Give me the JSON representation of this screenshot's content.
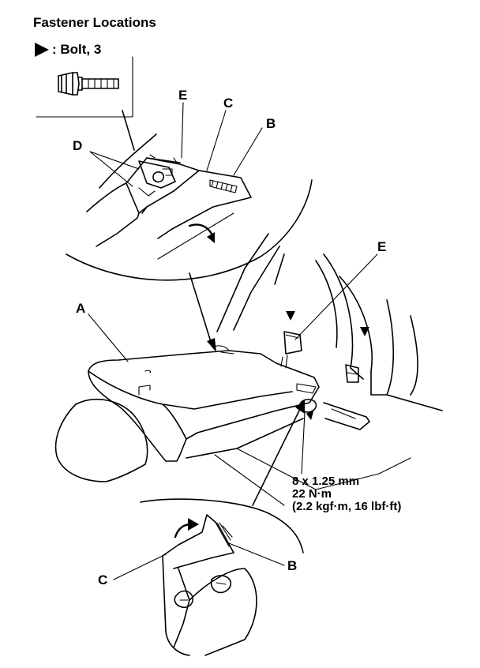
{
  "title": "Fastener Locations",
  "legend": {
    "text": ": Bolt, 3",
    "marker_icon": "triangle-pointer-icon",
    "bolt_icon": "flange-bolt-icon"
  },
  "callouts": {
    "a": "A",
    "b_top": "B",
    "c_top": "C",
    "d": "D",
    "e_top": "E",
    "e_main": "E",
    "b_bottom": "B",
    "c_bottom": "C"
  },
  "spec": {
    "size": "8 x 1.25 mm",
    "torque": "22 N·m",
    "torque_alt": "(2.2 kgf·m, 16 lbf·ft)"
  },
  "colors": {
    "ink": "#000000",
    "paper": "#ffffff"
  }
}
